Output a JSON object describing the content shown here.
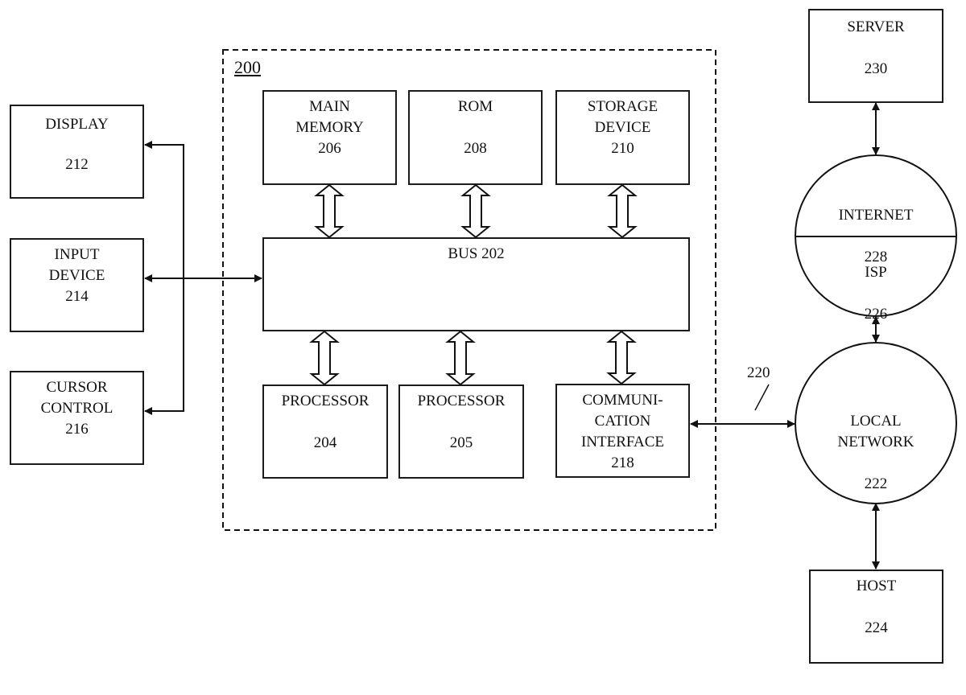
{
  "system": {
    "label": "200"
  },
  "external_devices": {
    "display": {
      "name": "DISPLAY",
      "ref": "212"
    },
    "input_device": {
      "name": "INPUT\nDEVICE",
      "ref": "214"
    },
    "cursor_control": {
      "name": "CURSOR\nCONTROL",
      "ref": "216"
    }
  },
  "memory_row": {
    "main_memory": {
      "name": "MAIN\nMEMORY",
      "ref": "206"
    },
    "rom": {
      "name": "ROM",
      "ref": "208"
    },
    "storage_device": {
      "name": "STORAGE\nDEVICE",
      "ref": "210"
    }
  },
  "bus": {
    "label": "BUS 202"
  },
  "processor_row": {
    "processor_1": {
      "name": "PROCESSOR",
      "ref": "204"
    },
    "processor_2": {
      "name": "PROCESSOR",
      "ref": "205"
    },
    "communication_interface": {
      "name": "COMMUNI-\nCATION\nINTERFACE",
      "ref": "218"
    }
  },
  "network": {
    "link_label": "220",
    "server": {
      "name": "SERVER",
      "ref": "230"
    },
    "internet": {
      "name": "INTERNET",
      "ref": "228"
    },
    "isp": {
      "name": "ISP",
      "ref": "226"
    },
    "local_network": {
      "name": "LOCAL\nNETWORK",
      "ref": "222"
    },
    "host": {
      "name": "HOST",
      "ref": "224"
    }
  }
}
